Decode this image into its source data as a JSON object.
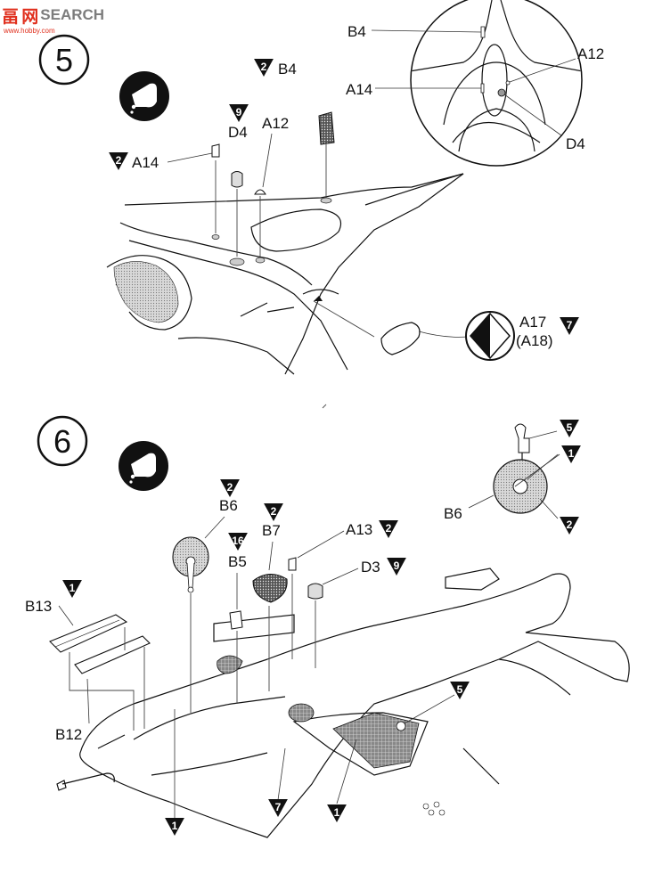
{
  "watermark": {
    "cn": "畐 网",
    "brand": "SEARCH",
    "url": "www.hobby.com"
  },
  "step5": {
    "number": "5",
    "callouts": {
      "B4": "B4",
      "A12": "A12",
      "D4": "D4",
      "A14": "A14",
      "A17": "A17",
      "A18": "(A18)",
      "detail_B4": "B4",
      "detail_A12": "A12",
      "detail_A14": "A14",
      "detail_D4": "D4"
    },
    "color_refs": {
      "B4": "2",
      "D4": "9",
      "A14": "2",
      "A17": "7"
    }
  },
  "step6": {
    "number": "6",
    "callouts": {
      "B6": "B6",
      "B7": "B7",
      "A13": "A13",
      "B5": "B5",
      "D3": "D3",
      "B13": "B13",
      "B12": "B12",
      "detail_B6": "B6"
    },
    "color_refs": {
      "B6": "2",
      "B7": "2",
      "A13": "2",
      "B5": "16",
      "D3": "9",
      "B13": "1",
      "bottom_left": "1",
      "bottom_mid": "7",
      "bottom_right": "1",
      "rear": "5",
      "detail_top": "5",
      "detail_mid": "1",
      "detail_bottom": "2"
    }
  },
  "icons": {
    "glue": "glue-tube-icon"
  }
}
